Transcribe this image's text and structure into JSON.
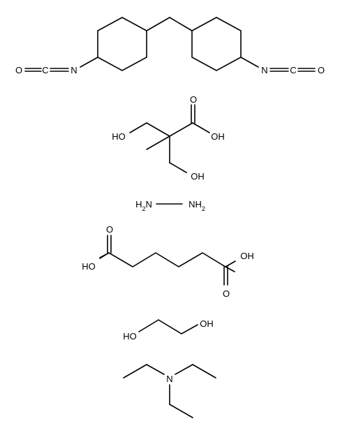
{
  "figure": {
    "components": [
      {
        "id": "diisocyanate",
        "labels": {
          "left_O": "O",
          "left_C": "C",
          "left_N": "N",
          "right_N": "N",
          "right_C": "C",
          "right_O": "O"
        }
      },
      {
        "id": "dimethylolpropionic_acid",
        "labels": {
          "carbonyl_O": "O",
          "acid_OH": "OH",
          "left_HO": "HO",
          "bottom_OH": "OH"
        }
      },
      {
        "id": "hydrazine",
        "labels": {
          "left": "H2N",
          "right": "NH2"
        }
      },
      {
        "id": "adipic_acid",
        "labels": {
          "top_O": "O",
          "left_HO": "HO",
          "right_OH": "OH",
          "bottom_O": "O"
        }
      },
      {
        "id": "ethylene_glycol",
        "labels": {
          "left_HO": "HO",
          "right_OH": "OH"
        }
      },
      {
        "id": "triethylamine",
        "labels": {
          "N": "N"
        }
      }
    ]
  }
}
